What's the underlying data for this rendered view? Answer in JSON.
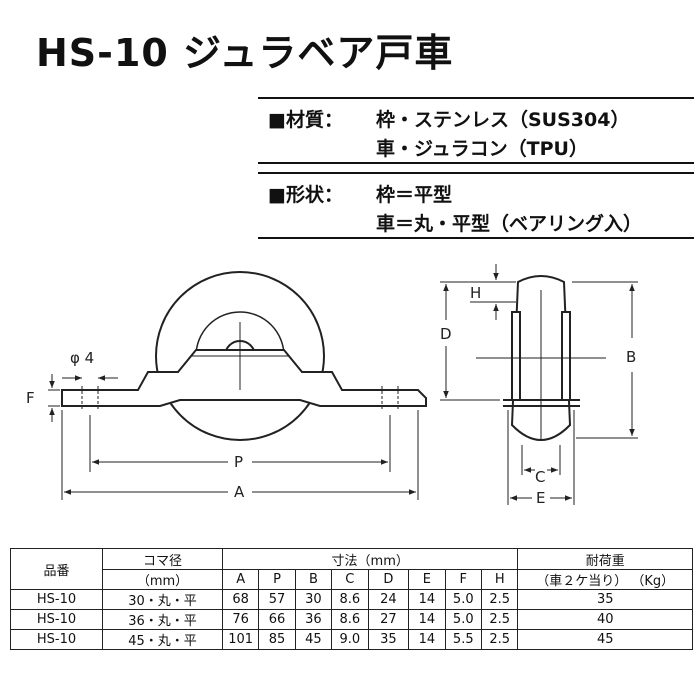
{
  "title": "HS-10 ジュラベア戸車",
  "specs": {
    "material_label": "■材質：",
    "material_frame": "枠・ステンレス（SUS304）",
    "material_wheel": "車・ジュラコン（TPU）",
    "shape_label": "■形状：",
    "shape_frame": "枠＝平型",
    "shape_wheel": "車＝丸・平型（ベアリング入）"
  },
  "drawing": {
    "labels": {
      "phi": "φ 4",
      "F": "F",
      "P": "P",
      "A": "A",
      "H": "H",
      "D": "D",
      "B": "B",
      "C": "C",
      "E": "E"
    }
  },
  "table": {
    "headers": {
      "part_no": "品番",
      "koma": "コマ径",
      "koma_unit": "（mm）",
      "dims": "寸法（mm）",
      "load": "耐荷重",
      "load_sub": "（車２ケ当り）",
      "load_unit": "（Kg）"
    },
    "dim_cols": [
      "A",
      "P",
      "B",
      "C",
      "D",
      "E",
      "F",
      "H"
    ],
    "rows": [
      {
        "part": "HS-10",
        "koma": "30・丸・平",
        "dims": [
          "68",
          "57",
          "30",
          "8.6",
          "24",
          "14",
          "5.0",
          "2.5"
        ],
        "load": "35"
      },
      {
        "part": "HS-10",
        "koma": "36・丸・平",
        "dims": [
          "76",
          "66",
          "36",
          "8.6",
          "27",
          "14",
          "5.0",
          "2.5"
        ],
        "load": "40"
      },
      {
        "part": "HS-10",
        "koma": "45・丸・平",
        "dims": [
          "101",
          "85",
          "45",
          "9.0",
          "35",
          "14",
          "5.5",
          "2.5"
        ],
        "load": "45"
      }
    ]
  }
}
